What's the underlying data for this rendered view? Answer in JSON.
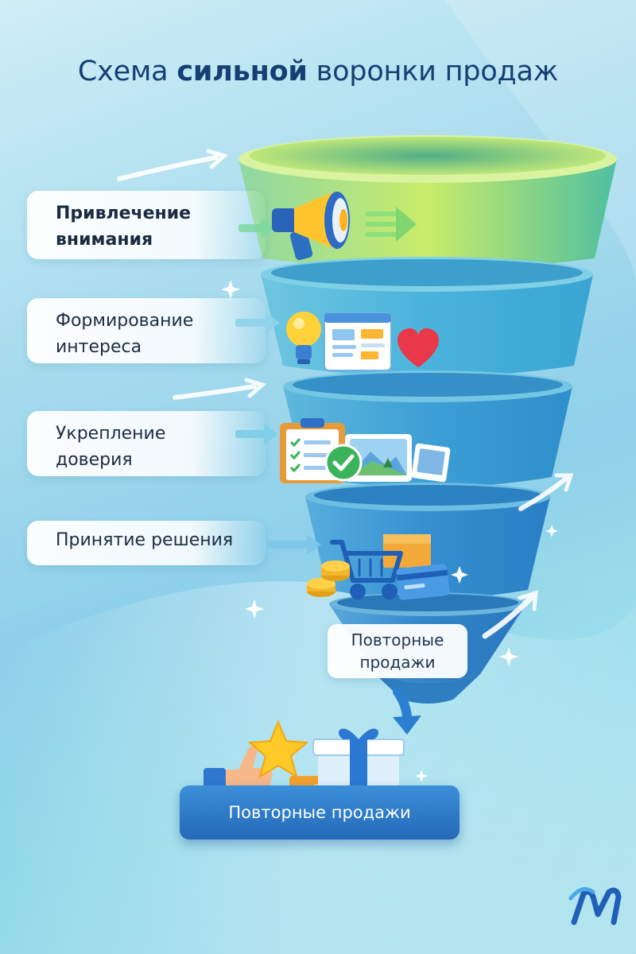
{
  "title": {
    "before": "Схема ",
    "bold": "сильной",
    "after": " воронки продаж"
  },
  "stages": [
    {
      "line1": "Привлечение",
      "line2": "внимания"
    },
    {
      "line1": "Формирование",
      "line2": "интереса"
    },
    {
      "line1": "Укрепление",
      "line2": "доверия"
    },
    {
      "line1": "Принятие решения",
      "line2": ""
    }
  ],
  "repeat_label": {
    "line1": "Повторные",
    "line2": "продажи"
  },
  "bottom_label": "Повторные продажи",
  "colors": {
    "title": "#163f74",
    "funnel_top": "#9fe07a",
    "funnel_mid": "#3fb0d8",
    "funnel_bottom": "#2a86c8",
    "bottom_bar": "#2d78c6",
    "logo": "#1f5fb8"
  },
  "icons": [
    "megaphone-icon",
    "lightbulb-icon",
    "browser-window-icon",
    "heart-icon",
    "clipboard-checklist-icon",
    "checkmark-badge-icon",
    "photo-icon",
    "shopping-cart-icon",
    "coins-icon",
    "credit-card-icon",
    "box-icon",
    "thumbs-up-icon",
    "star-icon",
    "gift-icon",
    "wallet-icon",
    "logo-m-icon"
  ]
}
